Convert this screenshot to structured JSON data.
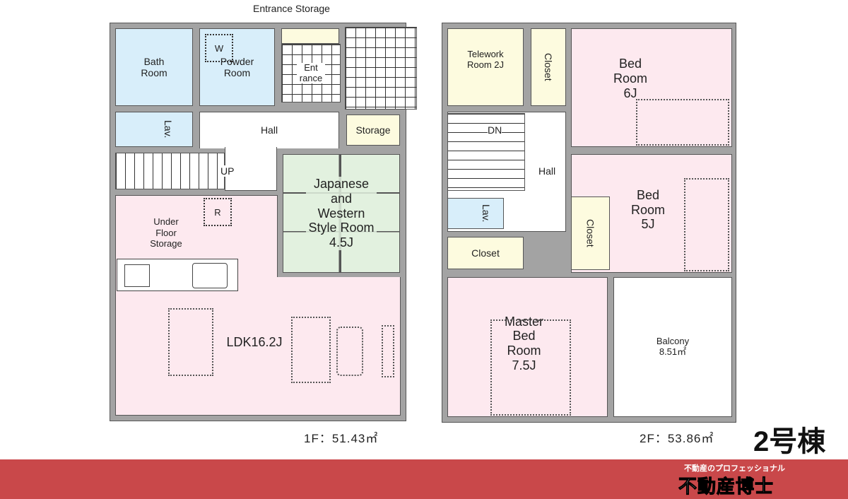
{
  "floor1": {
    "labels": {
      "entrance_storage": "Entrance Storage",
      "bath": "Bath Room",
      "powder": "Powder Room",
      "washer": "W",
      "entrance": "Ent rance",
      "lav": "Lav.",
      "hall": "Hall",
      "storage": "Storage",
      "up": "UP",
      "japanese": "Japanese and Western Style Room 4.5J",
      "under_floor": "Under Floor Storage",
      "fridge": "R",
      "ldk": "LDK16.2J"
    },
    "area": "1F：51.43㎡"
  },
  "floor2": {
    "labels": {
      "telework": "Telework Room 2J",
      "closet1": "Closet",
      "bed6": "Bed Room 6J",
      "dn": "DN",
      "hall": "Hall",
      "bed5": "Bed Room 5J",
      "closet2": "Closet",
      "lav": "Lav.",
      "closet3": "Closet",
      "master": "Master Bed Room 7.5J",
      "balcony": "Balcony 8.51㎡"
    },
    "area": "2F：53.86㎡"
  },
  "building": "2号棟",
  "banner": {
    "tagline": "不動産のプロフェッショナル",
    "logo": "不動産博士"
  },
  "colors": {
    "banner": "#c9484a",
    "wall": "#a3a3a3"
  }
}
